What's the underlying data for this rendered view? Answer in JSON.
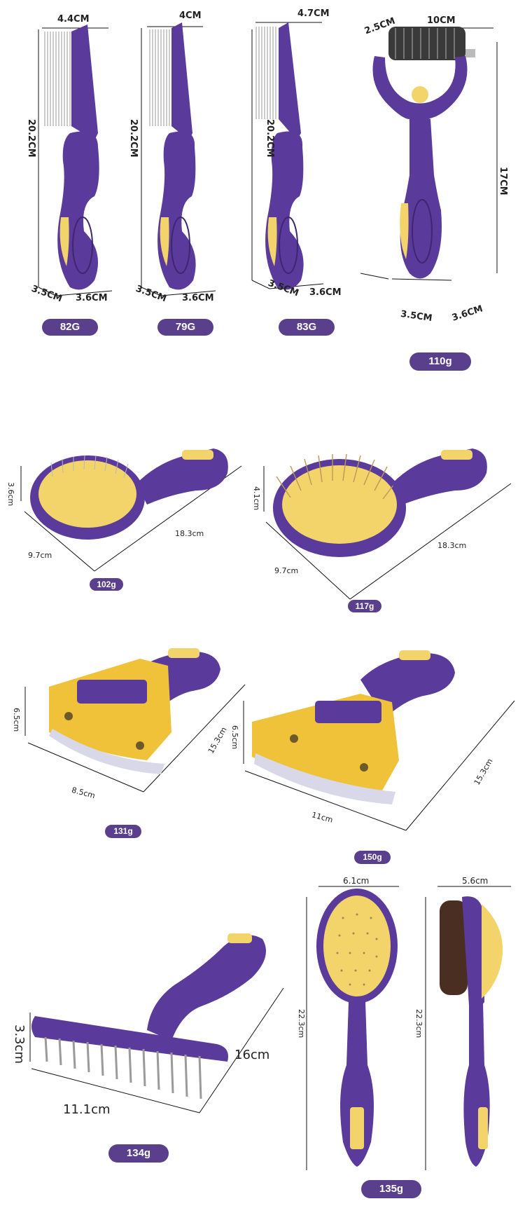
{
  "colors": {
    "handle_purple": "#5a3a9a",
    "grip_yellow": "#f2d46a",
    "badge_purple": "#5a3f8c",
    "metal": "#9a9a9a"
  },
  "row1": {
    "items": [
      {
        "width_label": "4.4CM",
        "height_label": "20.2CM",
        "depth_label": "3.5CM",
        "base_label": "3.6CM",
        "weight": "82G"
      },
      {
        "width_label": "4CM",
        "height_label": "20.2CM",
        "depth_label": "3.5CM",
        "base_label": "3.6CM",
        "weight": "79G"
      },
      {
        "width_label": "4.7CM",
        "height_label": "20.2CM",
        "depth_label": "3.5CM",
        "base_label": "3.6CM",
        "weight": "83G"
      },
      {
        "width_label": "10CM",
        "side_label": "2.5CM",
        "height_label": "17CM",
        "depth_label": "3.5CM",
        "base_label": "3.6CM",
        "weight": "110g"
      }
    ]
  },
  "row2": {
    "items": [
      {
        "height_label": "3.6cm",
        "width_label": "9.7cm",
        "length_label": "18.3cm",
        "weight": "102g"
      },
      {
        "height_label": "4.1cm",
        "width_label": "9.7cm",
        "length_label": "18.3cm",
        "weight": "117g"
      }
    ]
  },
  "row3": {
    "items": [
      {
        "height_label": "6.5cm",
        "width_label": "8.5cm",
        "length_label": "15.3cm",
        "weight": "131g"
      },
      {
        "height_label": "6.5cm",
        "width_label": "11cm",
        "length_label": "15.3cm",
        "weight": "150g"
      }
    ]
  },
  "row4": {
    "rake": {
      "height_label": "3.3cm",
      "width_label": "11.1cm",
      "length_label": "16cm",
      "weight": "134g"
    },
    "brush_front": {
      "width_label": "6.1cm",
      "height_label": "22.3cm"
    },
    "brush_side": {
      "width_label": "5.6cm",
      "height_label": "22.3cm"
    },
    "brush_weight": "135g"
  }
}
